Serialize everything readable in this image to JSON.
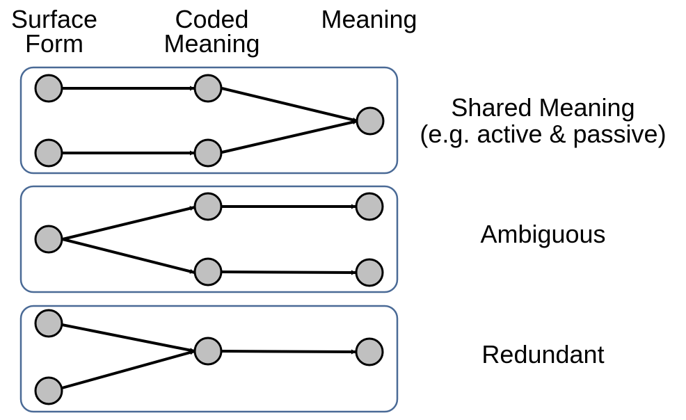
{
  "headers": {
    "surface_form": [
      "Surface",
      "Form"
    ],
    "coded_meaning": [
      "Coded",
      "Meaning"
    ],
    "meaning": [
      "Meaning"
    ]
  },
  "rows": [
    {
      "id": "shared",
      "label": [
        "Shared Meaning",
        "(e.g. active & passive)"
      ],
      "nodes": [
        "surface-1",
        "surface-2",
        "coded-1",
        "coded-2",
        "meaning-1"
      ],
      "edges": [
        [
          "surface-1",
          "coded-1"
        ],
        [
          "surface-2",
          "coded-2"
        ],
        [
          "coded-1",
          "meaning-1"
        ],
        [
          "coded-2",
          "meaning-1"
        ]
      ]
    },
    {
      "id": "ambiguous",
      "label": [
        "Ambiguous"
      ],
      "nodes": [
        "surface-1",
        "coded-1",
        "coded-2",
        "meaning-1",
        "meaning-2"
      ],
      "edges": [
        [
          "surface-1",
          "coded-1"
        ],
        [
          "surface-1",
          "coded-2"
        ],
        [
          "coded-1",
          "meaning-1"
        ],
        [
          "coded-2",
          "meaning-2"
        ]
      ]
    },
    {
      "id": "redundant",
      "label": [
        "Redundant"
      ],
      "nodes": [
        "surface-1",
        "surface-2",
        "coded-1",
        "meaning-1"
      ],
      "edges": [
        [
          "surface-1",
          "coded-1"
        ],
        [
          "surface-2",
          "coded-1"
        ],
        [
          "coded-1",
          "meaning-1"
        ]
      ]
    }
  ],
  "colors": {
    "box_border": "#4a6a96",
    "node_fill": "#c0c0c0",
    "node_stroke": "#000000",
    "edge": "#000000"
  }
}
